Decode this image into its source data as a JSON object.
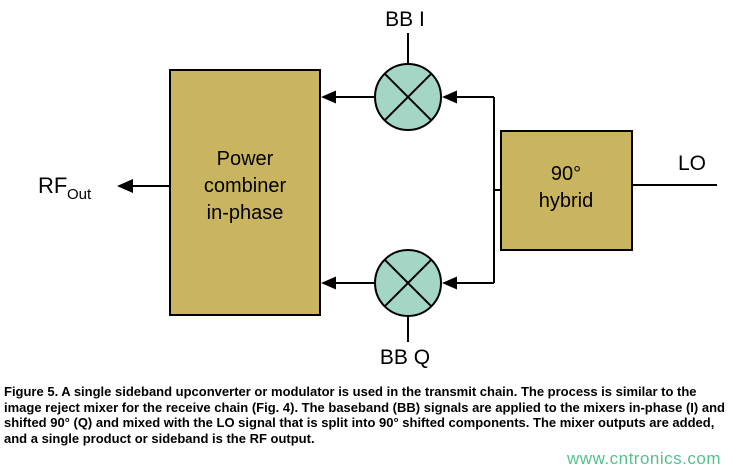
{
  "diagram": {
    "power_combiner": {
      "line1": "Power",
      "line2": "combiner",
      "line3": "in-phase"
    },
    "hybrid": {
      "line1": "90°",
      "line2": "hybrid"
    },
    "bb_i_label": "BB I",
    "bb_q_label": "BB Q",
    "lo_label": "LO",
    "rf_label": "RF",
    "rf_sub_label": "Out"
  },
  "caption": "Figure 5. A single sideband upconverter or modulator is used in the transmit chain. The process is similar to the image reject mixer for the receive chain (Fig. 4). The baseband (BB) signals are applied to the mixers in-phase (I) and shifted 90° (Q) and mixed with the LO signal that is split into 90° shifted components. The mixer outputs are added, and a single product or sideband is the RF output.",
  "watermark": "www.cntronics.com",
  "colors": {
    "box_fill": "#c9b45f",
    "mixer_fill": "#a3d6c5",
    "line": "#000000",
    "watermark": "#55c08d"
  }
}
